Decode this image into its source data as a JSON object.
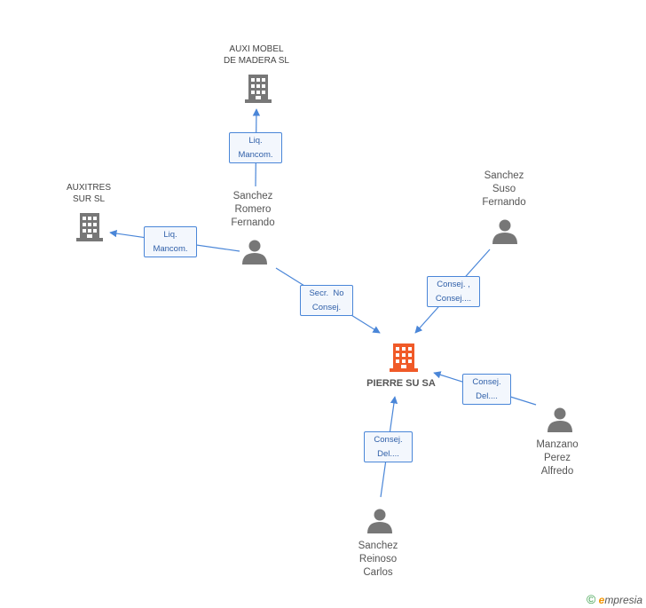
{
  "nodes": {
    "pierre": {
      "label": "PIERRE SU SA"
    },
    "auxi_mobel": {
      "lines": [
        "AUXI MOBEL",
        "DE MADERA SL"
      ]
    },
    "auxitres": {
      "lines": [
        "AUXITRES",
        "SUR SL"
      ]
    },
    "sanchez_romero": {
      "lines": [
        "Sanchez",
        "Romero",
        "Fernando"
      ]
    },
    "sanchez_suso": {
      "lines": [
        "Sanchez",
        "Suso",
        "Fernando"
      ]
    },
    "manzano": {
      "lines": [
        "Manzano",
        "Perez",
        "Alfredo"
      ]
    },
    "sanchez_reinoso": {
      "lines": [
        "Sanchez",
        "Reinoso",
        "Carlos"
      ]
    }
  },
  "edges": {
    "romero_to_auxi": [
      "Liq.",
      "Mancom."
    ],
    "romero_to_auxitres": [
      "Liq.",
      "Mancom."
    ],
    "romero_to_pierre": [
      "Secr.  No",
      "Consej."
    ],
    "suso_to_pierre": [
      "Consej. ,",
      "Consej...."
    ],
    "manzano_to_pierre": [
      "Consej.",
      "Del...."
    ],
    "reinoso_to_pierre": [
      "Consej.",
      "Del...."
    ]
  },
  "footer": {
    "copyright": "©",
    "brand_e": "e",
    "brand_rest": "mpresia"
  },
  "colors": {
    "edge": "#4a86d8",
    "node_main": "#f05a28",
    "node": "#777777"
  }
}
